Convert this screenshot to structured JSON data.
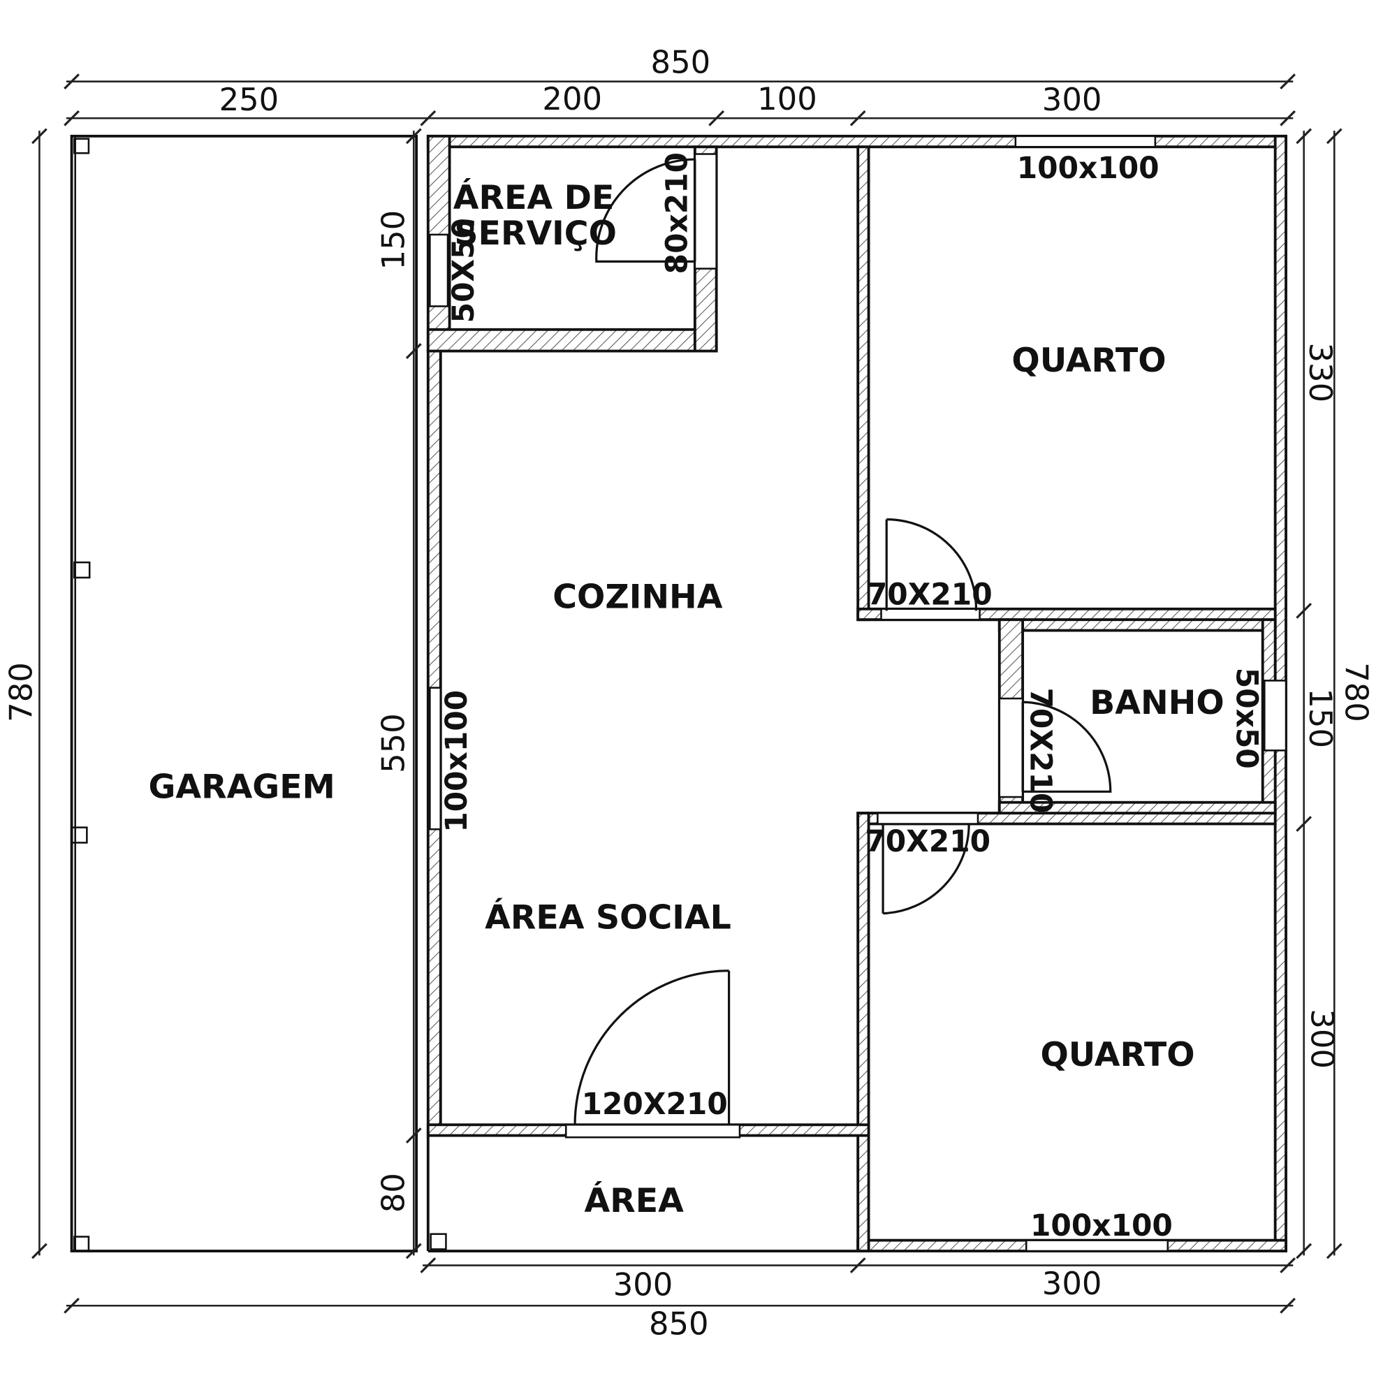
{
  "rooms": {
    "garagem": "GARAGEM",
    "area_servico_line1": "ÁREA DE",
    "area_servico_line2": "SERVIÇO",
    "cozinha": "COZINHA",
    "area_social": "ÁREA SOCIAL",
    "area": "ÁREA",
    "quarto_top": "QUARTO",
    "quarto_bottom": "QUARTO",
    "banho": "BANHO"
  },
  "openings": {
    "window_servico": "50X50",
    "door_servico": "80x210",
    "window_quarto_top": "100x100",
    "door_quarto_top": "70X210",
    "window_cozinha": "100x100",
    "door_banho": "70X210",
    "window_banho": "50x50",
    "door_quarto_bottom": "70X210",
    "door_entrada": "120X210",
    "window_quarto_bottom": "100x100"
  },
  "dimensions": {
    "top_total": "850",
    "top_garagem": "250",
    "top_servico": "200",
    "top_corridor": "100",
    "top_quarto": "300",
    "left_total": "780",
    "left_servico": "150",
    "left_cozinha": "550",
    "left_area": "80",
    "right_quarto_top": "330",
    "right_banho": "150",
    "right_quarto_bottom": "300",
    "right_total": "780",
    "bottom_left": "300",
    "bottom_right": "300",
    "bottom_total": "850"
  }
}
